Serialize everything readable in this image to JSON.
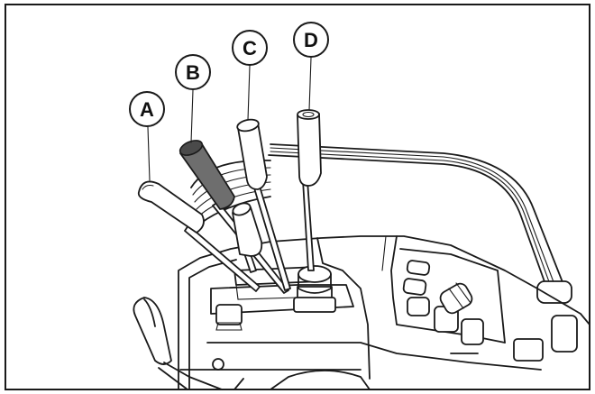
{
  "colors": {
    "ink": "#1a1a1a",
    "background": "#ffffff",
    "dark_grip": "#6e6e6e"
  },
  "callouts": [
    {
      "letter": "A"
    },
    {
      "letter": "B"
    },
    {
      "letter": "C"
    },
    {
      "letter": "D"
    }
  ]
}
